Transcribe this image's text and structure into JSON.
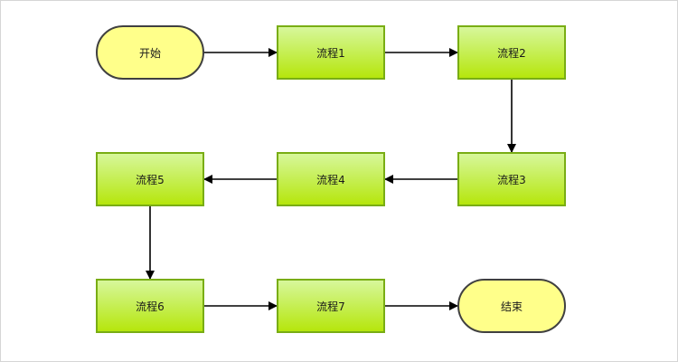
{
  "flowchart": {
    "nodes": {
      "start": "开始",
      "p1": "流程1",
      "p2": "流程2",
      "p3": "流程3",
      "p4": "流程4",
      "p5": "流程5",
      "p6": "流程6",
      "p7": "流程7",
      "end": "结束"
    },
    "edges": [
      [
        "start",
        "p1"
      ],
      [
        "p1",
        "p2"
      ],
      [
        "p2",
        "p3"
      ],
      [
        "p3",
        "p4"
      ],
      [
        "p4",
        "p5"
      ],
      [
        "p5",
        "p6"
      ],
      [
        "p6",
        "p7"
      ],
      [
        "p7",
        "end"
      ]
    ],
    "colors": {
      "process_fill": "#c4ee4c",
      "process_border": "#79ad14",
      "terminal_fill": "#ffff8a",
      "terminal_border": "#404040",
      "arrow": "#000000"
    }
  }
}
